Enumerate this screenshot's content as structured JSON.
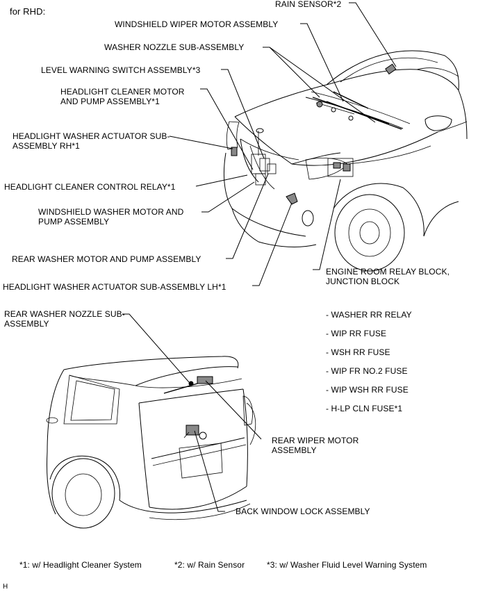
{
  "header": {
    "variant": "for RHD:"
  },
  "front_labels": {
    "rain_sensor": "RAIN SENSOR*2",
    "windshield_wiper_motor": "WINDSHIELD WIPER MOTOR ASSEMBLY",
    "washer_nozzle": "WASHER NOZZLE SUB-ASSEMBLY",
    "level_warning_switch": "LEVEL WARNING SWITCH ASSEMBLY*3",
    "headlight_cleaner_motor_1": "HEADLIGHT CLEANER MOTOR",
    "headlight_cleaner_motor_2": "AND PUMP ASSEMBLY*1",
    "headlight_washer_rh_1": "HEADLIGHT WASHER ACTUATOR SUB-",
    "headlight_washer_rh_2": "ASSEMBLY RH*1",
    "headlight_cleaner_relay": "HEADLIGHT CLEANER CONTROL RELAY*1",
    "windshield_washer_motor_1": "WINDSHIELD WASHER MOTOR AND",
    "windshield_washer_motor_2": "PUMP ASSEMBLY",
    "rear_washer_motor": "REAR WASHER MOTOR AND PUMP ASSEMBLY",
    "headlight_washer_lh": "HEADLIGHT WASHER ACTUATOR SUB-ASSEMBLY LH*1",
    "engine_room_relay_1": "ENGINE ROOM RELAY BLOCK,",
    "engine_room_relay_2": "JUNCTION BLOCK"
  },
  "relay_block_items": [
    "- WASHER RR RELAY",
    "- WIP RR FUSE",
    "- WSH RR FUSE",
    "- WIP FR NO.2 FUSE",
    "- WIP WSH RR FUSE",
    "- H-LP CLN FUSE*1"
  ],
  "rear_labels": {
    "rear_washer_nozzle_1": "REAR WASHER NOZZLE SUB-",
    "rear_washer_nozzle_2": "ASSEMBLY",
    "rear_wiper_motor_1": "REAR WIPER MOTOR",
    "rear_wiper_motor_2": "ASSEMBLY",
    "back_window_lock": "BACK WINDOW LOCK ASSEMBLY"
  },
  "footnotes": {
    "note1": "*1: w/ Headlight Cleaner System",
    "note2": "*2: w/ Rain Sensor",
    "note3": "*3: w/ Washer Fluid Level Warning System"
  },
  "corner_mark": "H"
}
